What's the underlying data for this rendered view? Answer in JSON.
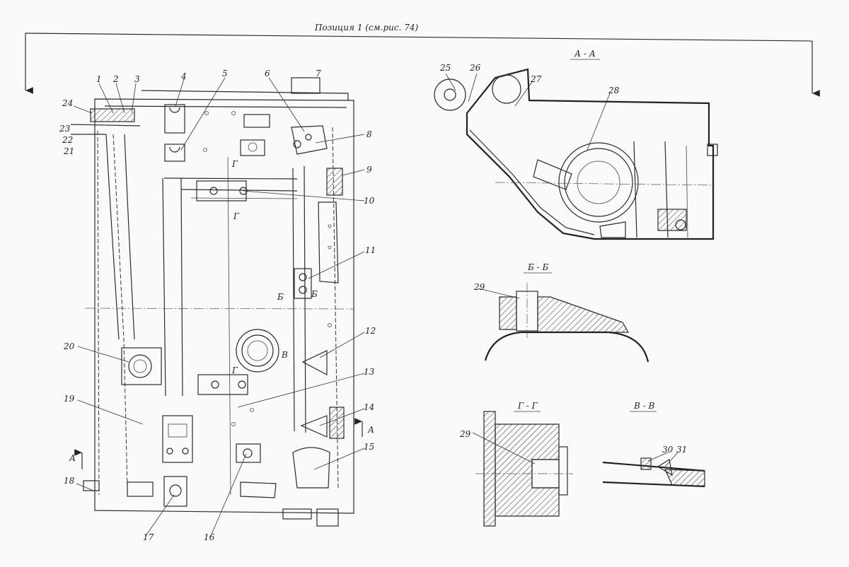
{
  "header": {
    "position_caption": "Позиция 1 (см.рис. 74)"
  },
  "sections": {
    "aa": "А - А",
    "bb": "Б - Б",
    "gg": "Г - Г",
    "vv": "В - В"
  },
  "plan_marks": {
    "g_top": "Г",
    "g_bottom": "Г",
    "g_mid": "Г",
    "b_left": "Б",
    "b_right": "Б",
    "v_mark": "В",
    "a_left": "А",
    "a_right": "А"
  },
  "callouts": {
    "n1": "1",
    "n2": "2",
    "n3": "3",
    "n4": "4",
    "n5": "5",
    "n6": "6",
    "n7": "7",
    "n8": "8",
    "n9": "9",
    "n10": "10",
    "n11": "11",
    "n12": "12",
    "n13": "13",
    "n14": "14",
    "n15": "15",
    "n16": "16",
    "n17": "17",
    "n18": "18",
    "n19": "19",
    "n20": "20",
    "n21": "21",
    "n22": "22",
    "n23": "23",
    "n24": "24",
    "n25": "25",
    "n26": "26",
    "n27": "27",
    "n28": "28",
    "n29a": "29",
    "n29b": "29",
    "n30": "30",
    "n31": "31"
  }
}
